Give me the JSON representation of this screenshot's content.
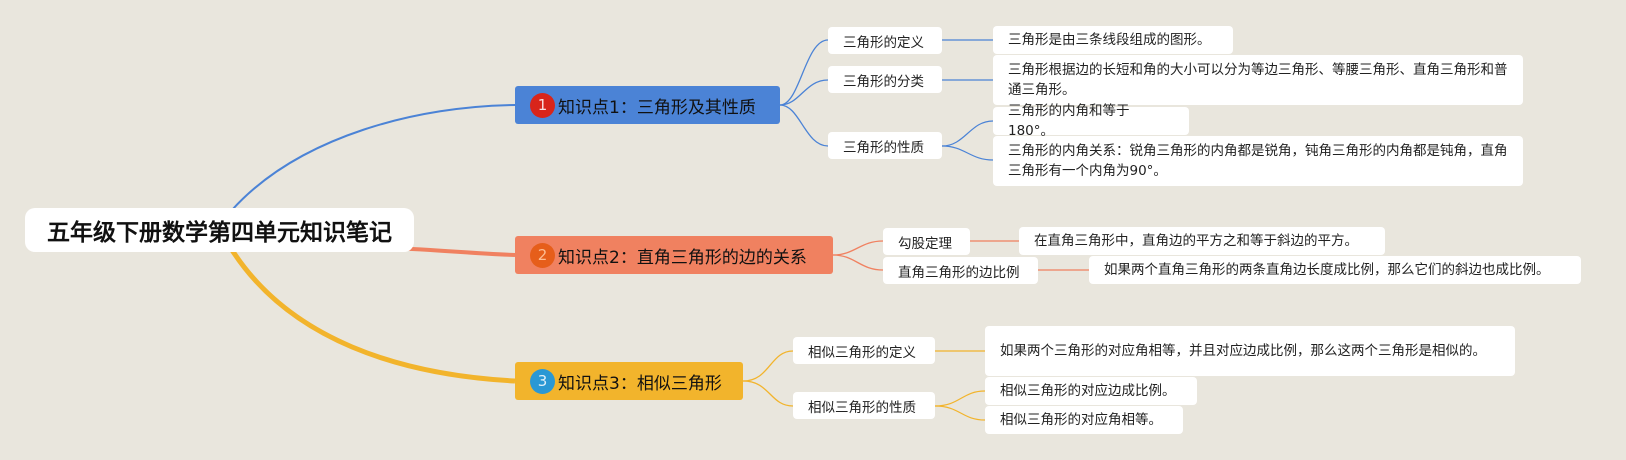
{
  "colors": {
    "background": "#e9e6dd",
    "branch1": "#4b83d6",
    "branch2": "#f08160",
    "branch3": "#f2b42c",
    "badge1": "#d8251b",
    "badge2": "#e65e1a",
    "badge3": "#2a98d4"
  },
  "root": {
    "title": "五年级下册数学第四单元知识笔记"
  },
  "topics": [
    {
      "badge": "1",
      "title": "知识点1：三角形及其性质",
      "subtopics": [
        {
          "label": "三角形的定义",
          "leaves": [
            "三角形是由三条线段组成的图形。"
          ]
        },
        {
          "label": "三角形的分类",
          "leaves": [
            "三角形根据边的长短和角的大小可以分为等边三角形、等腰三角形、直角三角形和普通三角形。"
          ]
        },
        {
          "label": "三角形的性质",
          "leaves": [
            "三角形的内角和等于180°。",
            "三角形的内角关系：锐角三角形的内角都是锐角，钝角三角形的内角都是钝角，直角三角形有一个内角为90°。"
          ]
        }
      ]
    },
    {
      "badge": "2",
      "title": "知识点2：直角三角形的边的关系",
      "subtopics": [
        {
          "label": "勾股定理",
          "leaves": [
            "在直角三角形中，直角边的平方之和等于斜边的平方。"
          ]
        },
        {
          "label": "直角三角形的边比例",
          "leaves": [
            "如果两个直角三角形的两条直角边长度成比例，那么它们的斜边也成比例。"
          ]
        }
      ]
    },
    {
      "badge": "3",
      "title": "知识点3：相似三角形",
      "subtopics": [
        {
          "label": "相似三角形的定义",
          "leaves": [
            "如果两个三角形的对应角相等，并且对应边成比例，那么这两个三角形是相似的。"
          ]
        },
        {
          "label": "相似三角形的性质",
          "leaves": [
            "相似三角形的对应边成比例。",
            "相似三角形的对应角相等。"
          ]
        }
      ]
    }
  ]
}
